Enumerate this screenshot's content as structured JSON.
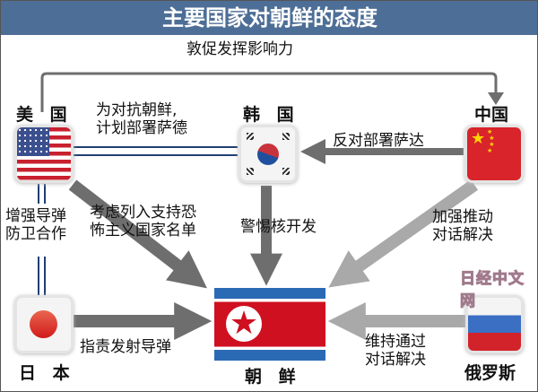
{
  "title": "主要国家对朝鲜的态度",
  "top_relation": "敦促发挥影响力",
  "countries": {
    "usa": "美 国",
    "korea": "韩 国",
    "china": "中国",
    "japan": "日 本",
    "north_korea": "朝 鲜",
    "russia": "俄罗斯"
  },
  "relations": {
    "usa_korea": [
      "为对抗朝鲜,",
      "计划部署萨德"
    ],
    "china_korea": "反对部署萨达",
    "usa_japan": [
      "增强导弹",
      "防卫合作"
    ],
    "usa_nk": [
      "考虑列入支持恐",
      "怖主义国家名单"
    ],
    "korea_nk": "警惕核开发",
    "china_nk": [
      "加强推动",
      "对话解决"
    ],
    "japan_nk": "指责发射导弹",
    "russia_nk": [
      "维持通过",
      "对话解决"
    ]
  },
  "watermark": "日经中文网",
  "colors": {
    "header": "#4d6e96",
    "arrow_dark": "#6e6e6e",
    "arrow_light": "#a9a9a9",
    "alliance_line": "#1f3f73"
  }
}
